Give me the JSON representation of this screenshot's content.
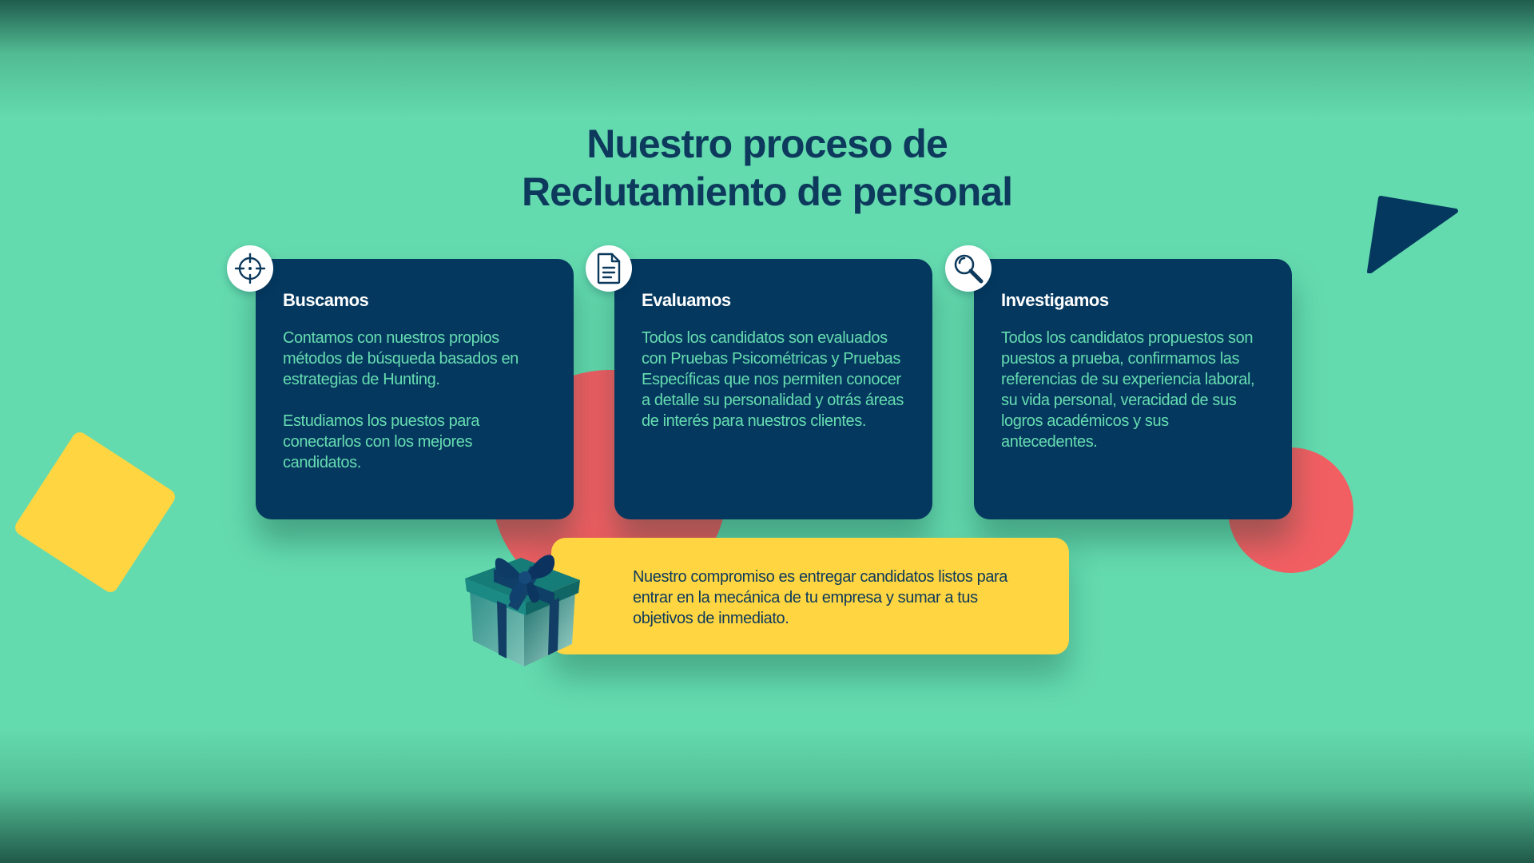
{
  "heading": {
    "line1": "Nuestro proceso de",
    "line2": "Reclutamiento de personal"
  },
  "cards": [
    {
      "icon": "crosshair-icon",
      "title": "Buscamos",
      "paragraphs": [
        "Contamos con nuestros propios métodos de búsqueda basados en estrategias de Hunting.",
        "Estudiamos los puestos para conectarlos con los mejores candidatos."
      ]
    },
    {
      "icon": "document-icon",
      "title": "Evaluamos",
      "paragraphs": [
        "Todos los candidatos son evaluados con Pruebas Psicométricas y Pruebas Específicas que nos permiten conocer a detalle su personalidad y otrás áreas de interés para nuestros clientes."
      ]
    },
    {
      "icon": "magnifier-icon",
      "title": "Investigamos",
      "paragraphs": [
        "Todos los candidatos propuestos son puestos a prueba, confirmamos las referencias de su experiencia laboral, su vida personal, veracidad de sus logros académicos y sus antecedentes."
      ]
    }
  ],
  "commitment": {
    "icon": "gift-icon",
    "text": "Nuestro compromiso es entregar candidatos listos para entrar en la mecánica de tu empresa y sumar a tus objetivos de inmediato."
  },
  "colors": {
    "background": "#64dbaf",
    "card": "#04385f",
    "card_text": "#66dcb0",
    "heading": "#0d3a5c",
    "yellow": "#ffd541",
    "red": "#f25f63"
  }
}
